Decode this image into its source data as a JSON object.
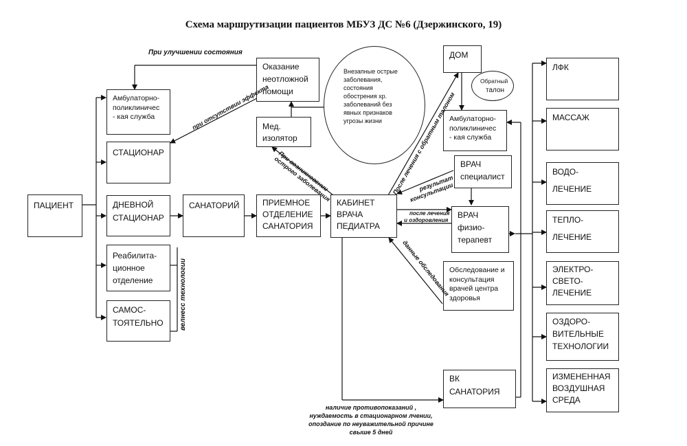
{
  "title": "Схема маршрутизации пациентов МБУЗ ДС №6 (Дзержинского, 19)",
  "boxes": {
    "patient": [
      "ПАЦИЕНТ"
    ],
    "ambulatory_left": [
      "Амбулаторно-",
      "поликлиничес",
      "- кая служба"
    ],
    "hospital": [
      "СТАЦИОНАР"
    ],
    "day_hospital": [
      "ДНЕВНОЙ",
      "СТАЦИОНАР"
    ],
    "rehab": [
      "Реабилита-",
      "ционное",
      "отделение"
    ],
    "self": [
      "САМОС-",
      "ТОЯТЕЛЬНО"
    ],
    "sanatorium": [
      "САНАТОРИЙ"
    ],
    "reception": [
      "ПРИЕМНОЕ",
      "ОТДЕЛЕНИЕ",
      "САНАТОРИЯ"
    ],
    "pediatrician": [
      "КАБИНЕТ",
      "ВРАЧА",
      "ПЕДИАТРА"
    ],
    "emergency": [
      "Оказание",
      "неотложной",
      "помощи"
    ],
    "isolator": [
      "Мед.",
      "изолятор"
    ],
    "home": [
      "ДОМ"
    ],
    "ambulatory_right": [
      "Амбулаторно-",
      "поликлиничес",
      "- кая служба"
    ],
    "specialist": [
      "ВРАЧ",
      "специалист"
    ],
    "physio": [
      "ВРАЧ",
      "физио-",
      "терапевт"
    ],
    "health_center": [
      "Обследование и",
      "консультация",
      "врачей центра",
      "здоровья"
    ],
    "vk": [
      "ВК",
      "САНАТОРИЯ"
    ],
    "lfk": [
      "ЛФК"
    ],
    "massage": [
      "МАССАЖ"
    ],
    "water": [
      "ВОДО-",
      "ЛЕЧЕНИЕ"
    ],
    "heat": [
      "ТЕПЛО-",
      "ЛЕЧЕНИЕ"
    ],
    "electro": [
      "ЭЛЕКТРО-",
      "СВЕТО-",
      "ЛЕЧЕНИЕ"
    ],
    "wellness": [
      "ОЗДОРО-",
      "ВИТЕЛЬНЫЕ",
      "ТЕХНОЛОГИИ"
    ],
    "air": [
      "ИЗМЕНЕННАЯ",
      "ВОЗДУШНАЯ",
      "СРЕДА"
    ]
  },
  "ellipse": [
    "Внезапные острые",
    "заболевания,",
    "состояния",
    "обострения хр.",
    "заболеваний без",
    "явных признаков",
    "угрозы жизни"
  ],
  "return_ticket": [
    "Обратный",
    "талон"
  ],
  "labels": {
    "improved": [
      "При улучшении состояния"
    ],
    "no_effect": [
      "при отсутствии эффекта"
    ],
    "acute": [
      "При возникновении",
      "острого заболевания"
    ],
    "after_treatment": [
      "После лечения с обратным талоном"
    ],
    "consult_result": [
      "результат",
      "консультации"
    ],
    "after_recovery": [
      "после лечения",
      "и оздоровления"
    ],
    "exam_data": [
      "данные обследования"
    ],
    "wellness_tech": [
      "велнесс технологии"
    ]
  },
  "contra": [
    "наличие противопоказаний ,",
    "нуждаемость в стационарном лчении,",
    "опоздание по неуважительной причине",
    "свыше 5 дней"
  ]
}
